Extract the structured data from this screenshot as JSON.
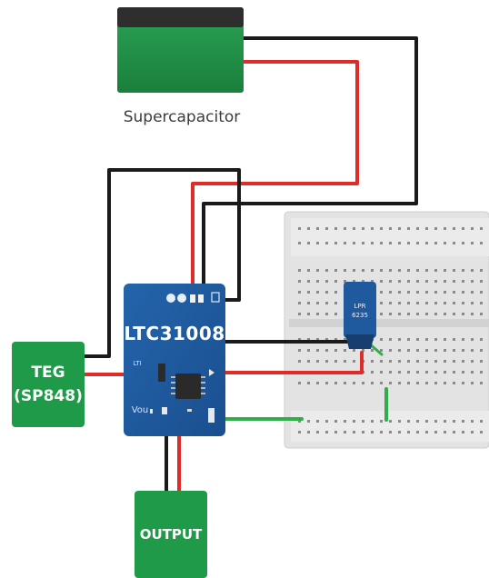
{
  "supercapacitor": {
    "label": "Supercapacitor"
  },
  "teg": {
    "line1": "TEG",
    "line2": "(SP848)"
  },
  "ic": {
    "title": "LTC31008",
    "pin_vin": "LTI",
    "pin_vout": "Vou"
  },
  "sensor": {
    "line1": "LPR",
    "line2": "6235"
  },
  "output": {
    "label": "OUTPUT"
  },
  "colors": {
    "module_green": "#1e9a48",
    "board_blue": "#1f5a9e",
    "wire_red": "#e02b2b",
    "wire_black": "#1a1a1a",
    "wire_green": "#2fae4a",
    "breadboard": "#e6e6e6"
  }
}
